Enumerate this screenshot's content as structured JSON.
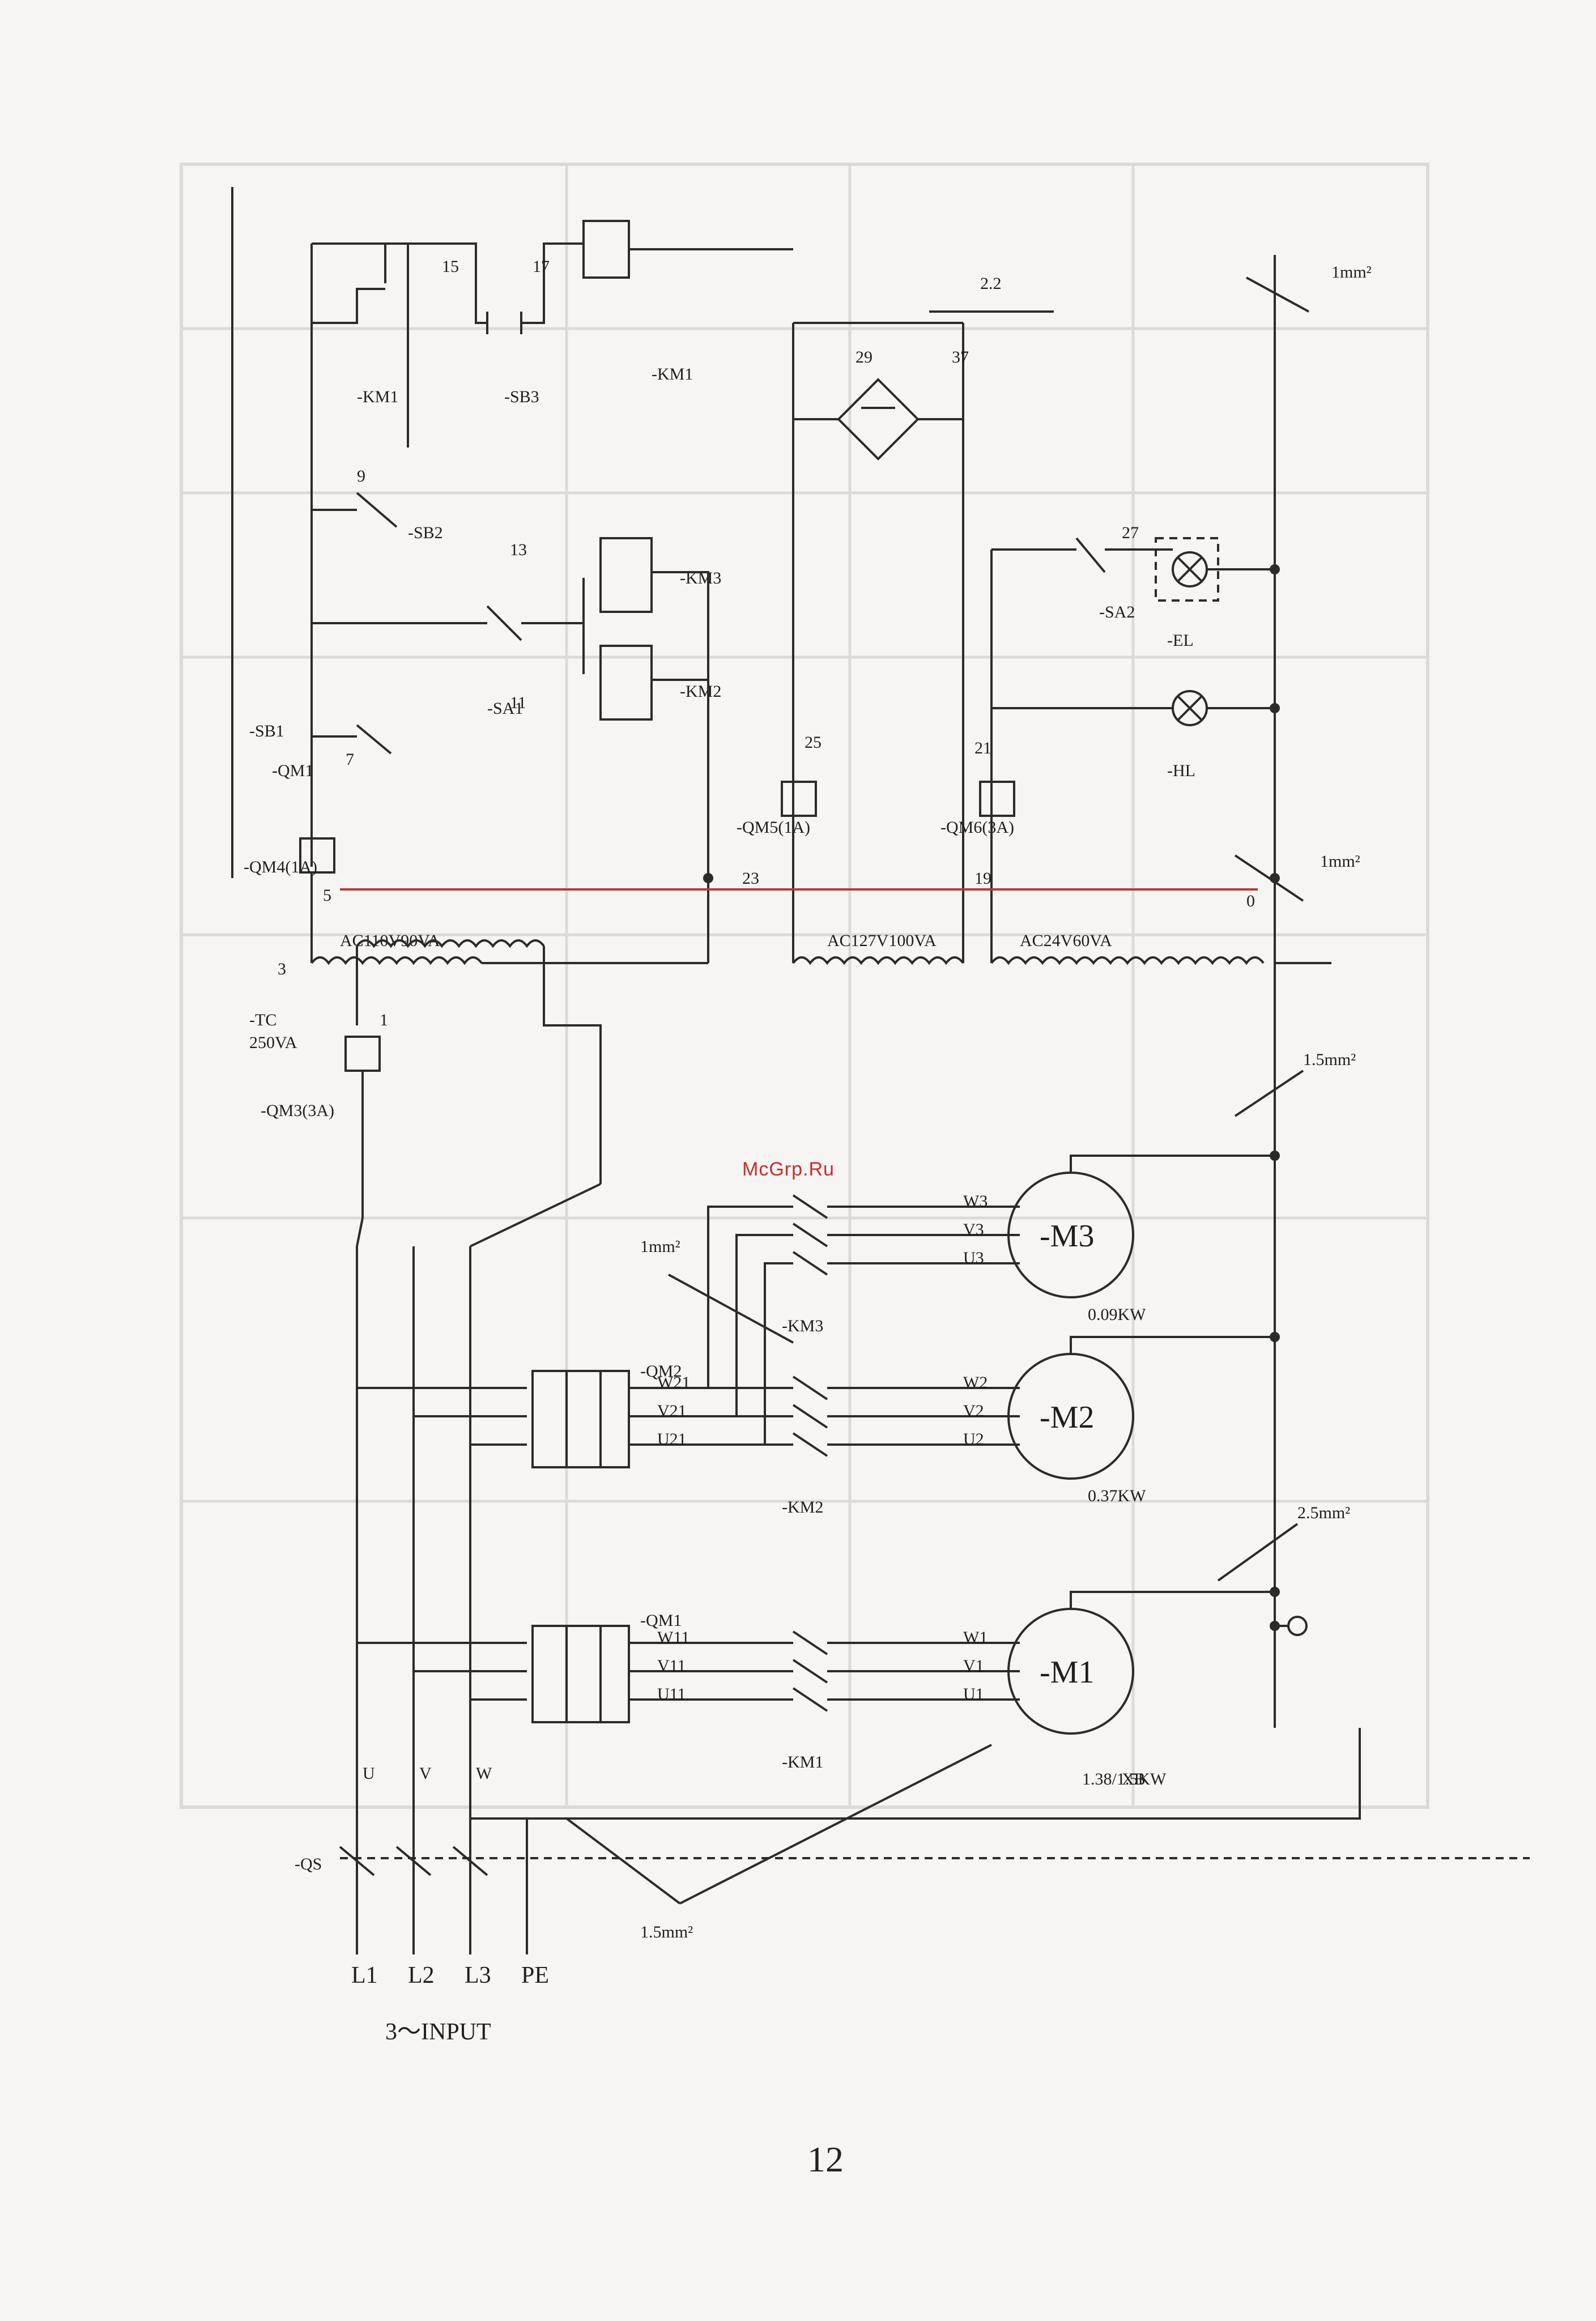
{
  "watermark": "McGrp.Ru",
  "page_number": "12",
  "input": {
    "label": "3～INPUT",
    "lines": [
      "L1",
      "L2",
      "L3",
      "PE"
    ],
    "switch": "-QS",
    "phases": [
      "U",
      "V",
      "W"
    ],
    "wire": "1.5mm²"
  },
  "motors": [
    {
      "id": "-M1",
      "power": "1.38/1.5KW",
      "terminals": [
        "U1",
        "V1",
        "W1"
      ],
      "contactor": "-KM1",
      "breaker": "-QM1",
      "in_terminals": [
        "U11",
        "V11",
        "W11"
      ],
      "connector": "XB"
    },
    {
      "id": "-M2",
      "power": "0.37KW",
      "terminals": [
        "U2",
        "V2",
        "W2"
      ],
      "contactor": "-KM2",
      "breaker": "-QM2",
      "in_terminals": [
        "U21",
        "V21",
        "W21"
      ]
    },
    {
      "id": "-M3",
      "power": "0.09KW",
      "terminals": [
        "U3",
        "V3",
        "W3"
      ],
      "contactor": "-KM3"
    }
  ],
  "wires": {
    "w1": "1mm²",
    "w2": "2.5mm²",
    "w3": "1.5mm²",
    "w4": "1.5mm²",
    "w5": "1mm²",
    "w6": "1mm²"
  },
  "transformer": {
    "id": "-TC",
    "rating": "250VA",
    "primary_breaker": "-QM3(3A)",
    "primary_node": "1"
  },
  "control": {
    "supply": "AC110V90VA",
    "breaker": "-QM4(1A)",
    "nodes": [
      "3",
      "5",
      "7",
      "9",
      "11",
      "13",
      "15",
      "17"
    ],
    "labels": [
      "-QM1",
      "-SB1",
      "-SA1",
      "-SB2",
      "-KM1",
      "-SB3",
      "-KM2",
      "-KM3",
      "-KM1"
    ]
  },
  "rectifier": {
    "supply": "AC127V100VA",
    "breaker": "-QM5(1A)",
    "nodes": [
      "23",
      "25",
      "29",
      "37"
    ],
    "output": "2.2"
  },
  "lighting": {
    "supply": "AC24V60VA",
    "breaker": "-QM6(3A)",
    "nodes": [
      "19",
      "21",
      "27",
      "0"
    ],
    "lamps": [
      "-HL",
      "-EL"
    ],
    "switch": "-SA2"
  }
}
